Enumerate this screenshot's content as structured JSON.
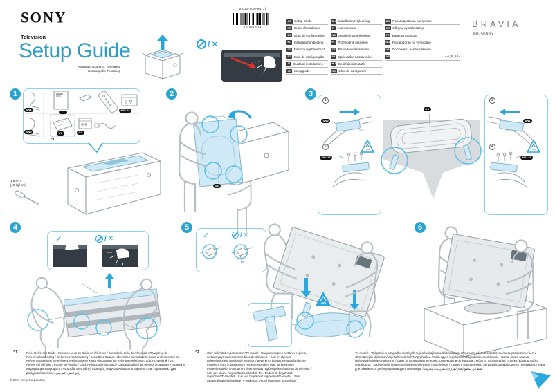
{
  "header": {
    "brand": "SONY",
    "product_type": "Television",
    "title": "Setup Guide",
    "subtitle_line1": "Название продукта: Телевизор",
    "subtitle_line2": "Назва виробу: Телевізор",
    "part_number": "5-025-639-91(1)",
    "barcode_digits": "5025639911",
    "series": "BRAVIA",
    "model": "XR-50X9xJ"
  },
  "languages": {
    "col1": [
      {
        "code": "GB",
        "label": "Setup Guide"
      },
      {
        "code": "FR",
        "label": "Guide d'installation"
      },
      {
        "code": "ES",
        "label": "Guía de configuración"
      },
      {
        "code": "NL",
        "label": "Installatiehandleiding"
      },
      {
        "code": "DE",
        "label": "Einrichtungshandbuch"
      },
      {
        "code": "PT",
        "label": "Guia de configuração"
      },
      {
        "code": "IT",
        "label": "Guida di installazione"
      },
      {
        "code": "SE",
        "label": "Setupguide"
      }
    ],
    "col2": [
      {
        "code": "DK",
        "label": "Installationsvejledning"
      },
      {
        "code": "FI",
        "label": "Asennusopas"
      },
      {
        "code": "NO",
        "label": "Installeringsveiledning"
      },
      {
        "code": "PL",
        "label": "Przewodnik ustawień"
      },
      {
        "code": "CZ",
        "label": "Průvodce nastavením"
      },
      {
        "code": "SK",
        "label": "Sprievodca nastavením"
      },
      {
        "code": "HU",
        "label": "Beállítási útmutató"
      },
      {
        "code": "RO",
        "label": "Ghid de configurare"
      }
    ],
    "col3": [
      {
        "code": "BG",
        "label": "Ръководство за настройки"
      },
      {
        "code": "GR",
        "label": "Οδηγός εγκατάστασης"
      },
      {
        "code": "TR",
        "label": "Kurulum Kılavuzu"
      },
      {
        "code": "RU",
        "label": "Руководство по установке"
      },
      {
        "code": "UA",
        "label": "Посібник із налаштування"
      },
      {
        "code": "AR",
        "label": "دليل الإعداد"
      }
    ]
  },
  "steps": {
    "s1": {
      "num": "1"
    },
    "s2": {
      "num": "2"
    },
    "s3": {
      "num": "3",
      "sub1": "1",
      "sub2": "2",
      "sub3": "3",
      "sub4": "4"
    },
    "s4": {
      "num": "4"
    },
    "s5": {
      "num": "5"
    },
    "s6": {
      "num": "6"
    }
  },
  "parts": {
    "sn1": "SN1",
    "sn2": "SN2",
    "u6": "U6",
    "cl": "CL",
    "screws": "M6L16"
  },
  "notes": {
    "torque_line1": "1.5 N·m",
    "torque_line2": "{15 kgf·cm}",
    "ref1": "*1"
  },
  "symbols": {
    "check": "✓",
    "cross": "✕",
    "slash": "/"
  },
  "footnotes": {
    "f1_label": "*1",
    "f1_text": "Refer Reference Guide / Reportez-vous au Guide de référence / Consulte la Guía de referencia / Raadpleeg de Referentiehandleiding / Siehe Referenzanleitung / Consulte o Guia de referência / Consultare la Guida di riferimento / Se Referensmaterialet / Se Referencevejledningen / Katso viiteopasta / Se Referanseveiledning / Zob. Przewodnik / Viz Referenční příručka / Pozrite si Príručku / Lásd: Felhasználói útmutató / Consultați ghidul de referință / Направете справка в Информация за продукта / Ανατρέξτε στον Οδηγό αναφοράς / Başvuru Kılavuzuna başvurun / См. справочник / Див. Довідковий посібник / راجع الدليل المرجعي",
    "f2_label": "*2",
    "f2_text_a": "Only on limited region/country/TV model. / Uniquement pour certaines régions, certains pays ou certains modèles de téléviseur. / Solo en algunos países/regiones/modelos de televisor. / Beperkt tot bepaalde regio's/landen/tv-modellen. / Nur in bestimmten Regionen/Ländern bzw. für bestimmte Fernsehmodelle. / Apenas em determinadas regiões/países/modelos de televisor. / Solo per alcune Regioni/Nazioni/Modelli TV. / Endast för begränsad region/land/TV-modell. / Kun ved begrænset region/land/TV-model. / Vain rajoitetuilla alueilla/maissa/TV-malleissa. / Kun i begrenset region/land/",
    "f2_text_b": "TV-modell. / Wyłącznie w przypadku niektórych regionów/krajów/modeli telewizora. / Pouze pro některé oblasti/země/modely televizoru. / Len v obmedzených oblastiach/krajinách/modeloch TV prijímačov. / Csak egyes régiókban/országokban/tv-modelleknél. / Numai pentru anumite țări/regiuni/modele de televizor. / Само за определени региони/страни/модели телевизора. / Μόνο σε περιορισμένες περιοχές/χώρες/μοντέλα τηλεόρασης. / Sadece belirli bölgelerde/ülkelerde/televizyon modellerinde. / Только в определенных регионах/странах/моделях телевизора. / Лише для обмеженого регіону/країни/моделі телевізора. / فقط في مناطق/بلدان/طرازات تلفزيونات محدودة."
  },
  "footer": {
    "copyright": "© 2021 Sony Corporation"
  }
}
